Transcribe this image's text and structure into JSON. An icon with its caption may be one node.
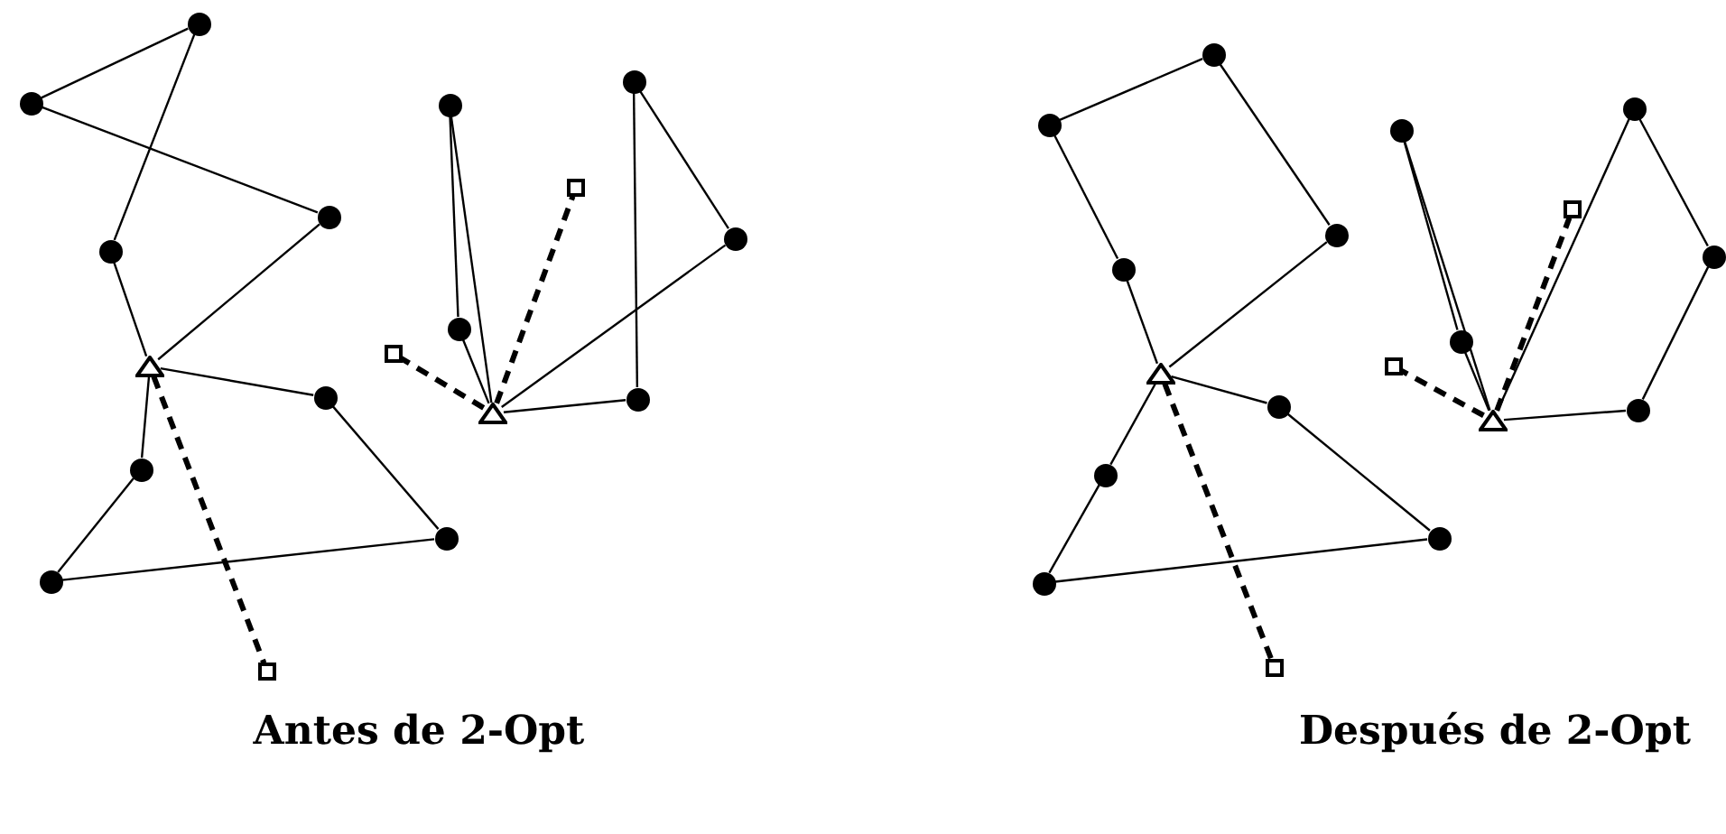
{
  "diagram": {
    "nodes": [
      {
        "text": [],
        "shape": "circle"
      },
      {
        "text": [],
        "shape": "circle"
      },
      {
        "text": [],
        "shape": "circle"
      },
      {
        "text": [],
        "shape": "circle"
      },
      {
        "text": [],
        "shape": "box"
      },
      {
        "text": [],
        "shape": "circle"
      },
      {
        "text": [],
        "shape": "circle"
      },
      {
        "text": [],
        "shape": "circle"
      },
      {
        "text": [],
        "shape": "circle"
      },
      {
        "text": [],
        "shape": "box"
      },
      {
        "text": [],
        "shape": "triangle"
      },
      {
        "text": [],
        "shape": "circle"
      },
      {
        "text": [],
        "shape": "circle"
      },
      {
        "text": [],
        "shape": "triangle"
      },
      {
        "text": [],
        "shape": "circle"
      },
      {
        "text": [],
        "shape": "circle"
      },
      {
        "text": [],
        "shape": "circle"
      },
      {
        "text": [],
        "shape": "box"
      },
      {
        "text": [],
        "shape": "circle"
      },
      {
        "text": [],
        "shape": "circle"
      },
      {
        "text": [],
        "shape": "circle"
      },
      {
        "text": [],
        "shape": "circle"
      },
      {
        "text": [],
        "shape": "box"
      },
      {
        "text": [],
        "shape": "circle"
      },
      {
        "text": [],
        "shape": "circle"
      },
      {
        "text": [],
        "shape": "circle"
      },
      {
        "text": [],
        "shape": "circle"
      },
      {
        "text": [],
        "shape": "box"
      },
      {
        "text": [],
        "shape": "triangle"
      },
      {
        "text": [],
        "shape": "circle"
      },
      {
        "text": [],
        "shape": "circle"
      },
      {
        "text": [],
        "shape": "triangle"
      },
      {
        "text": [],
        "shape": "circle"
      },
      {
        "text": [],
        "shape": "circle"
      },
      {
        "text": [],
        "shape": "circle"
      },
      {
        "text": [],
        "shape": "box"
      }
    ],
    "edges": [
      {
        "from": 1,
        "to": 0,
        "arrow": "none"
      },
      {
        "from": 0,
        "to": 7,
        "arrow": "none"
      },
      {
        "from": 1,
        "to": 5,
        "arrow": "none"
      },
      {
        "from": 5,
        "to": 10,
        "arrow": "none"
      },
      {
        "from": 7,
        "to": 10,
        "arrow": "none"
      },
      {
        "from": 10,
        "to": 11,
        "arrow": "none"
      },
      {
        "from": 11,
        "to": 15,
        "arrow": "none"
      },
      {
        "from": 15,
        "to": 16,
        "arrow": "none"
      },
      {
        "from": 16,
        "to": 14,
        "arrow": "none"
      },
      {
        "from": 14,
        "to": 10,
        "arrow": "none"
      },
      {
        "from": 10,
        "to": 17,
        "arrow": "none",
        "style": "dashed"
      },
      {
        "from": 3,
        "to": 8,
        "arrow": "none"
      },
      {
        "from": 3,
        "to": 13,
        "arrow": "none"
      },
      {
        "from": 8,
        "to": 13,
        "arrow": "none"
      },
      {
        "from": 2,
        "to": 6,
        "arrow": "none"
      },
      {
        "from": 2,
        "to": 12,
        "arrow": "none"
      },
      {
        "from": 6,
        "to": 13,
        "arrow": "none"
      },
      {
        "from": 12,
        "to": 13,
        "arrow": "none"
      },
      {
        "from": 13,
        "to": 4,
        "arrow": "none",
        "style": "dashed"
      },
      {
        "from": 13,
        "to": 9,
        "arrow": "none",
        "style": "dashed"
      },
      {
        "from": 20,
        "to": 18,
        "arrow": "none"
      },
      {
        "from": 18,
        "to": 23,
        "arrow": "none"
      },
      {
        "from": 23,
        "to": 28,
        "arrow": "none"
      },
      {
        "from": 20,
        "to": 25,
        "arrow": "none"
      },
      {
        "from": 25,
        "to": 28,
        "arrow": "none"
      },
      {
        "from": 28,
        "to": 30,
        "arrow": "none"
      },
      {
        "from": 30,
        "to": 33,
        "arrow": "none"
      },
      {
        "from": 33,
        "to": 34,
        "arrow": "none"
      },
      {
        "from": 34,
        "to": 32,
        "arrow": "none"
      },
      {
        "from": 32,
        "to": 28,
        "arrow": "none"
      },
      {
        "from": 28,
        "to": 35,
        "arrow": "none",
        "style": "dashed"
      },
      {
        "from": 21,
        "to": 26,
        "arrow": "none"
      },
      {
        "from": 21,
        "to": 31,
        "arrow": "none"
      },
      {
        "from": 26,
        "to": 31,
        "arrow": "none"
      },
      {
        "from": 31,
        "to": 19,
        "arrow": "none"
      },
      {
        "from": 19,
        "to": 24,
        "arrow": "none"
      },
      {
        "from": 24,
        "to": 29,
        "arrow": "none"
      },
      {
        "from": 29,
        "to": 31,
        "arrow": "none"
      },
      {
        "from": 31,
        "to": 22,
        "arrow": "none",
        "style": "dashed"
      },
      {
        "from": 31,
        "to": 27,
        "arrow": "none",
        "style": "dashed"
      }
    ],
    "labels": [
      "Antes de 2-Opt",
      "Después de 2-Opt"
    ]
  }
}
